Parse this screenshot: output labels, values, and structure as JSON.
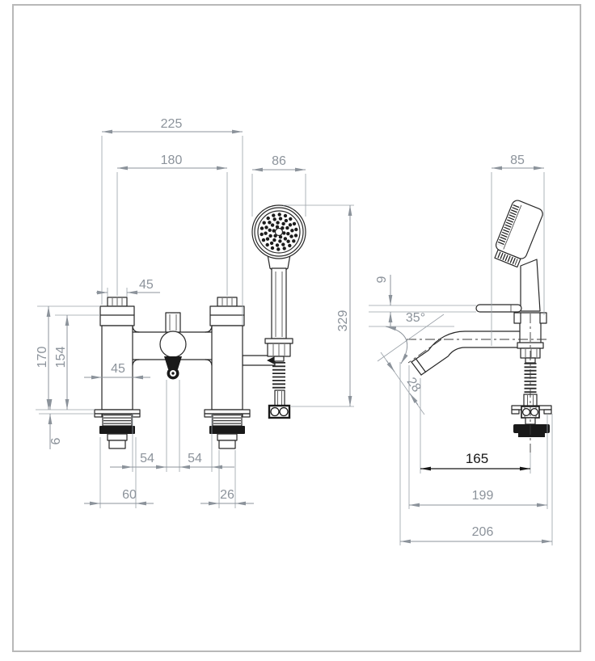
{
  "page": {
    "background": "#ffffff"
  },
  "colors": {
    "line": "#272727",
    "dimension": "#8c939b",
    "dark_fill": "#191919",
    "border": "#b8b8b8",
    "highlight_dim": "#161616"
  },
  "view_front": {
    "dim_overall_width": "225",
    "dim_pillar_centres": "180",
    "dim_head_diameter": "86",
    "dim_handle_width": "45",
    "dim_body_diameter": "45",
    "dim_height_overall": "170",
    "dim_height_body": "154",
    "dim_flange_height": "6",
    "dim_hose_drop": "329",
    "dim_centre_left": "54",
    "dim_centre_right": "54",
    "dim_base_diameter": "60",
    "dim_tail_diameter": "26"
  },
  "view_side": {
    "dim_handset_width": "85",
    "dim_lever_height": "9",
    "dim_spout_angle": "35°",
    "dim_spout_diameter": "28",
    "dim_spout_reach": "165",
    "dim_reach": "199",
    "dim_overall_depth": "206"
  }
}
